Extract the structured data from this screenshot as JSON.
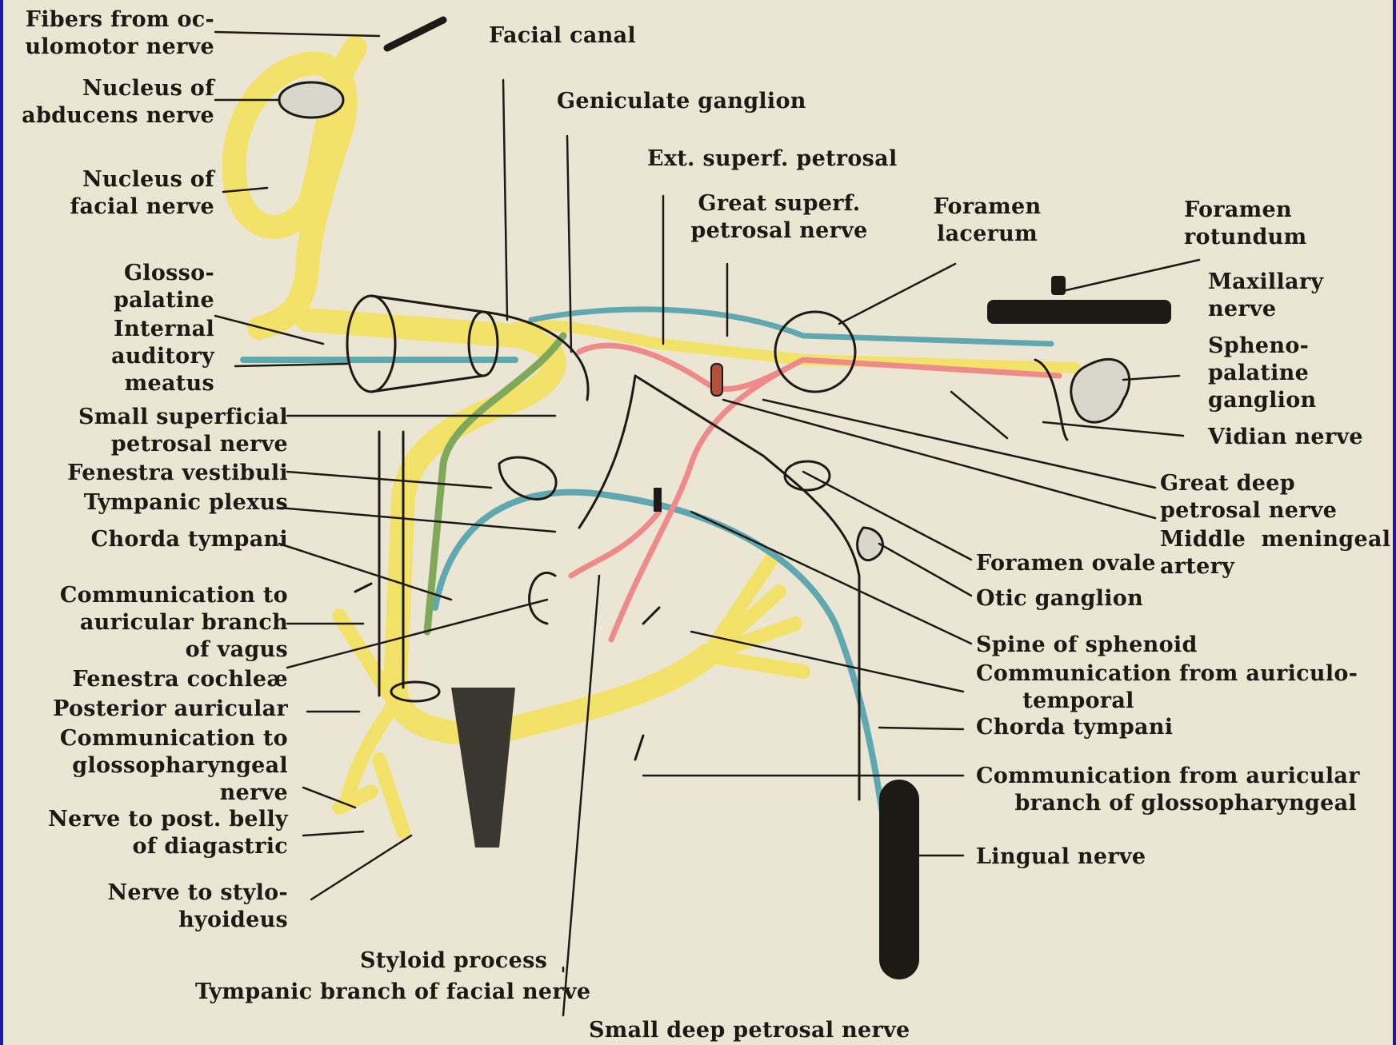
{
  "colors": {
    "background": "#ebe6d4",
    "frame": "#1a1aa8",
    "facial_nerve": "#f2e26a",
    "blue_nerve": "#5fa8b0",
    "green_nerve": "#7fa85a",
    "red_artery": "#ef8a8a",
    "ink": "#1d1a16"
  },
  "labels": {
    "fibers_oculomotor": "Fibers from oc-\nulomotor nerve",
    "nucleus_abducens": "Nucleus of\nabducens nerve",
    "nucleus_facial": "Nucleus of\nfacial nerve",
    "glosso_palatine": "Glosso-\npalatine",
    "internal_auditory_meatus": "Internal\nauditory\nmeatus",
    "small_superficial_petrosal": "Small superficial\npetrosal nerve",
    "fenestra_vestibuli": "Fenestra vestibuli",
    "tympanic_plexus": "Tympanic plexus",
    "chorda_tympani_left": "Chorda tympani",
    "communication_auricular_vagus": "Communication to\nauricular branch\nof vagus",
    "fenestra_cochleae": "Fenestra cochleæ",
    "posterior_auricular": "Posterior auricular",
    "communication_glossopharyngeal": "Communication to\nglossopharyngeal\nnerve",
    "nerve_post_belly_digastric": "Nerve to post. belly\nof diagastric",
    "nerve_stylohyoideus": "Nerve to stylo-\nhyoideus",
    "facial_canal": "Facial canal",
    "geniculate_ganglion": "Geniculate ganglion",
    "ext_superf_petrosal": "Ext. superf. petrosal",
    "great_superf_petrosal": "Great superf.\npetrosal nerve",
    "foramen_lacerum": "Foramen\nlacerum",
    "foramen_rotundum": "Foramen\nrotundum",
    "maxillary_nerve": "Maxillary\nnerve",
    "sphenopalatine_ganglion": "Spheno-\npalatine\nganglion",
    "vidian_nerve": "Vidian nerve",
    "great_deep_petrosal": "Great deep\npetrosal nerve",
    "middle_meningeal": "Middle  meningeal\nartery",
    "foramen_ovale": "Foramen ovale",
    "otic_ganglion": "Otic ganglion",
    "spine_sphenoid": "Spine of sphenoid",
    "communication_auriculotemporal": "Communication from auriculo-\n      temporal",
    "chorda_tympani_right": "Chorda tympani",
    "communication_auricular_glosso": "Communication from auricular\n     branch of glossopharyngeal",
    "lingual_nerve": "Lingual nerve",
    "styloid_process": "Styloid process",
    "tympanic_branch_facial": "Tympanic branch of facial nerve",
    "small_deep_petrosal": "Small deep petrosal nerve"
  }
}
